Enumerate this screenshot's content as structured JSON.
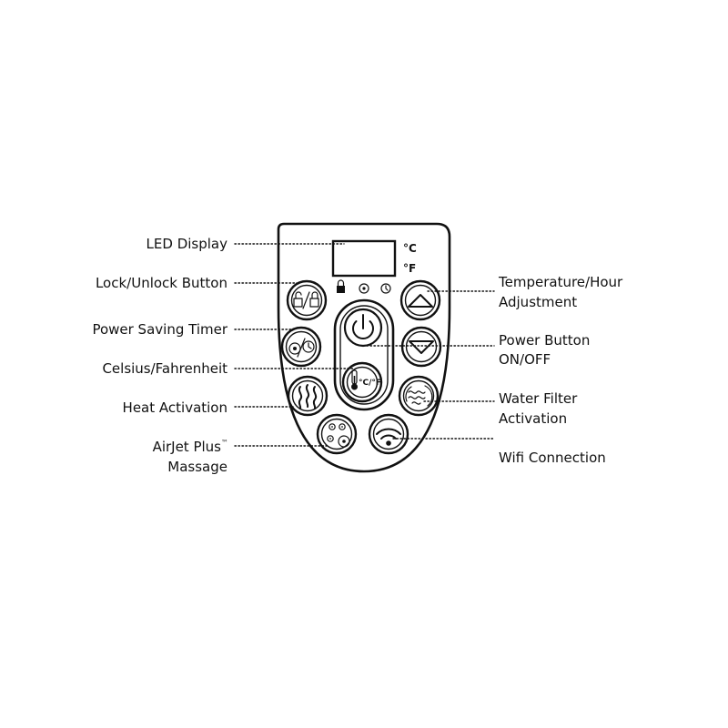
{
  "labels": {
    "led_display": "LED Display",
    "lock_unlock": "Lock/Unlock Button",
    "power_saving_timer": "Power Saving Timer",
    "celsius_fahrenheit": "Celsius/Fahrenheit",
    "heat_activation": "Heat Activation",
    "airjet_line1": "AirJet Plus",
    "airjet_tm": "™",
    "airjet_line2": "Massage",
    "temp_hour_line1": "Temperature/Hour",
    "temp_hour_line2": "Adjustment",
    "power_line1": "Power Button",
    "power_line2": "ON/OFF",
    "water_filter_line1": "Water Filter",
    "water_filter_line2": "Activation",
    "wifi": "Wifi Connection"
  },
  "display": {
    "unit_celsius": "°C",
    "unit_fahrenheit": "°F"
  },
  "buttons": {
    "temp_unit_glyph": "°C/°F"
  },
  "icons": {
    "lock": "lock-unlock-icon",
    "timer": "power-saving-timer-icon",
    "power": "power-icon",
    "celsius_fahrenheit": "thermometer-icon",
    "heat": "heat-waves-icon",
    "airjet": "bubbles-icon",
    "wifi": "wifi-icon",
    "up": "triangle-up-icon",
    "down": "triangle-down-icon",
    "filter": "water-filter-icon"
  }
}
